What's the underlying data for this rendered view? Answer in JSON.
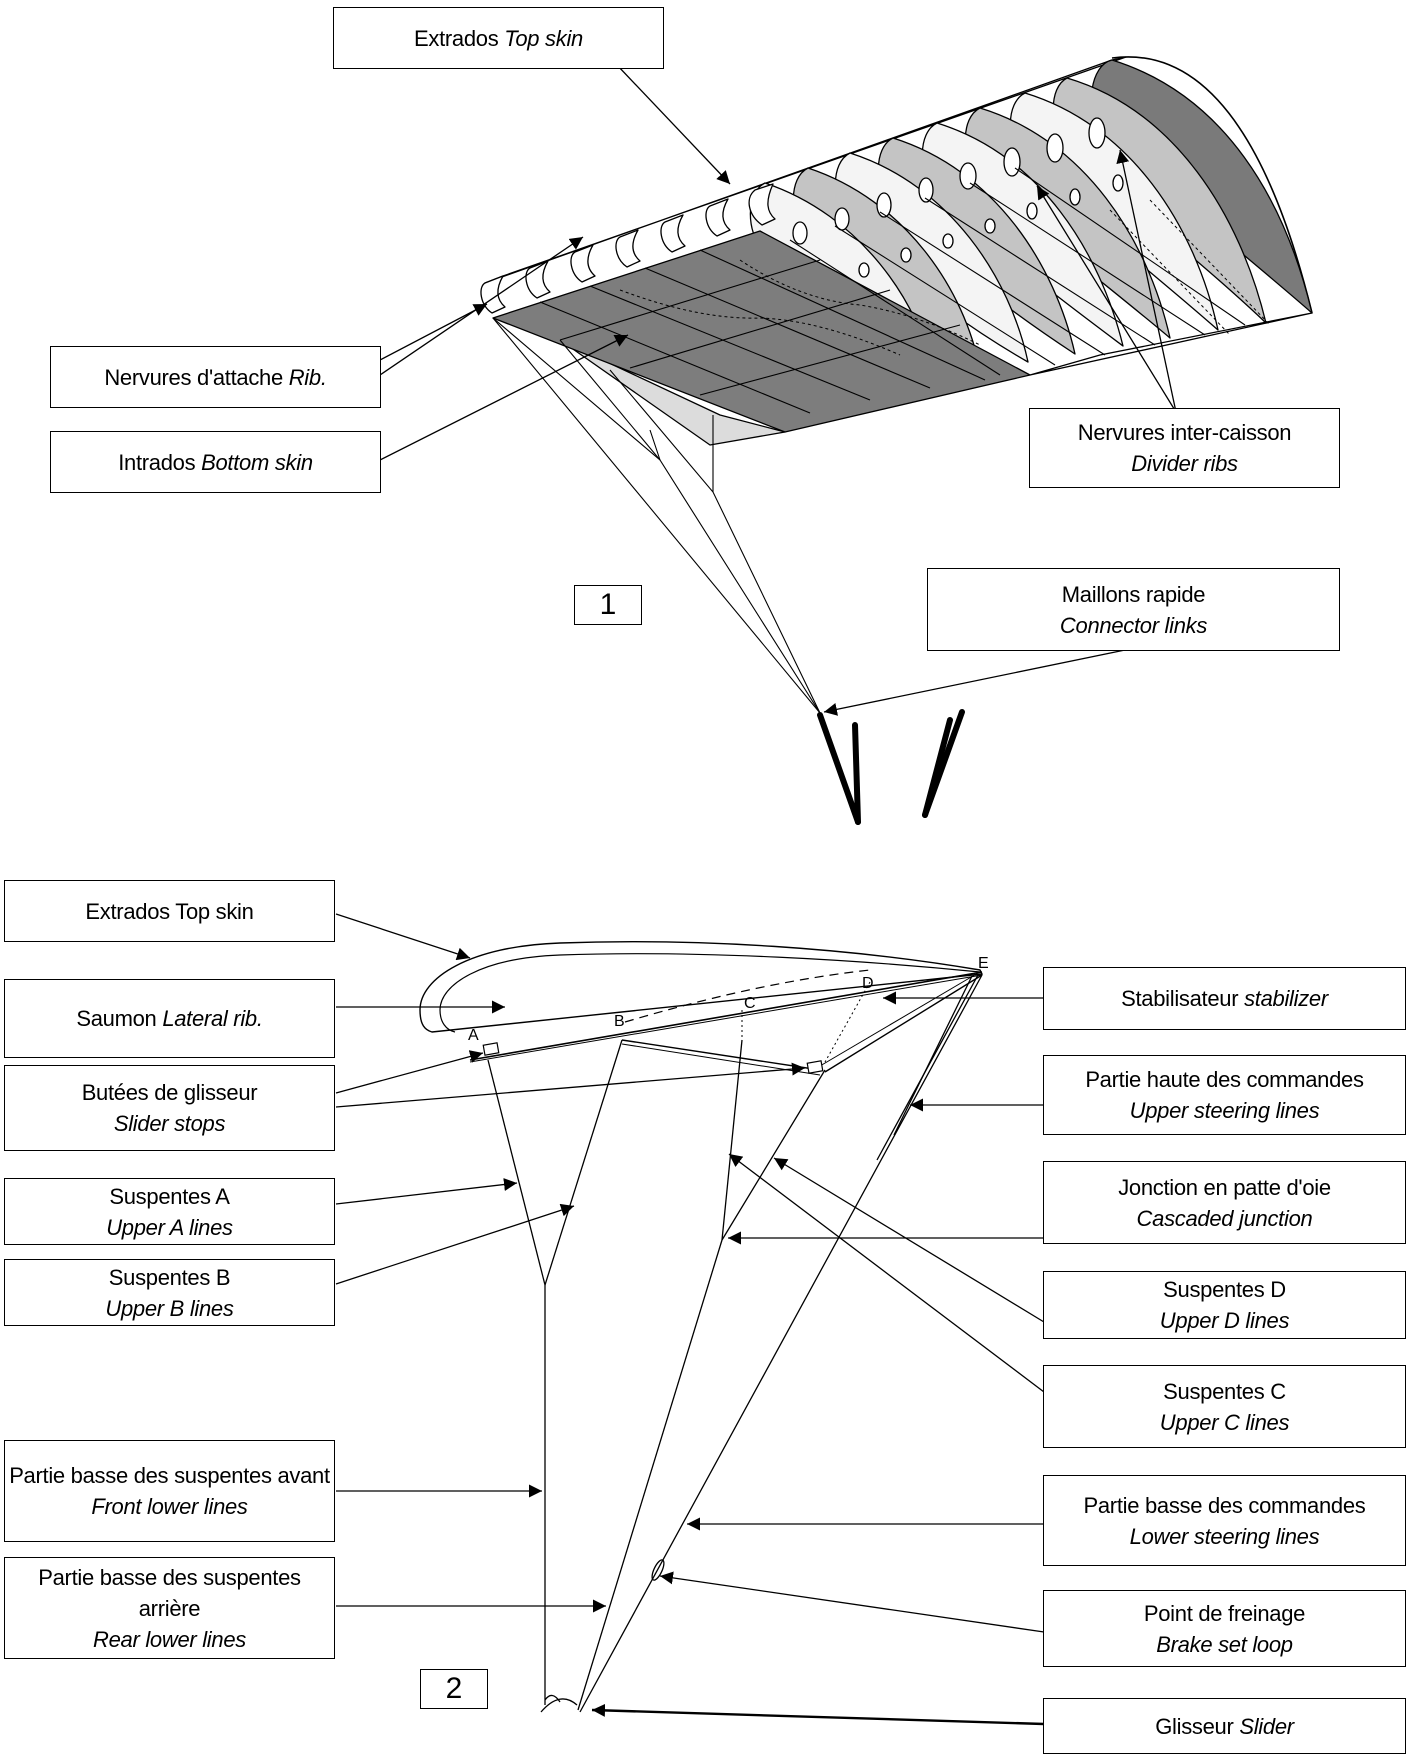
{
  "figure1": {
    "number": "1",
    "labels": {
      "top_skin": {
        "fr": "Extrados ",
        "en": "Top skin"
      },
      "attachment_ribs": {
        "fr": "Nervures d'attache ",
        "en": "Rib."
      },
      "bottom_skin": {
        "fr": "Intrados ",
        "en": "Bottom skin"
      },
      "divider_ribs": {
        "fr": "Nervures inter-caisson",
        "en": "Divider ribs"
      },
      "connector_links": {
        "fr": "Maillons rapide",
        "en": "Connector links"
      }
    }
  },
  "figure2": {
    "number": "2",
    "points": {
      "a": "A",
      "b": "B",
      "c": "C",
      "d": "D",
      "e": "E"
    },
    "labels": {
      "top_skin": {
        "text": "Extrados Top skin"
      },
      "lateral_rib": {
        "fr": "Saumon ",
        "en": "Lateral rib."
      },
      "slider_stops": {
        "fr": "Butées de glisseur",
        "en": "Slider stops"
      },
      "upper_a": {
        "fr": "Suspentes A",
        "en": "Upper A lines"
      },
      "upper_b": {
        "fr": "Suspentes B",
        "en": "Upper B lines"
      },
      "front_lower": {
        "fr": "Partie basse des suspentes avant",
        "en": "Front lower lines"
      },
      "rear_lower": {
        "fr1": "Partie basse des suspentes",
        "fr2": "arrière",
        "en": "Rear lower lines"
      },
      "stabilizer": {
        "fr": "Stabilisateur ",
        "en": "stabilizer"
      },
      "upper_steering": {
        "fr": "Partie haute des commandes",
        "en": "Upper steering lines"
      },
      "cascaded_junction": {
        "fr": "Jonction en patte d'oie",
        "en": "Cascaded junction"
      },
      "upper_d": {
        "fr": "Suspentes D",
        "en": "Upper D lines"
      },
      "upper_c": {
        "fr": "Suspentes C",
        "en": "Upper C lines"
      },
      "lower_steering": {
        "fr": "Partie basse des commandes",
        "en": "Lower steering lines"
      },
      "brake_loop": {
        "fr": "Point de freinage",
        "en": "Brake set  loop"
      },
      "slider": {
        "fr": "Glisseur ",
        "en": "Slider"
      }
    }
  }
}
